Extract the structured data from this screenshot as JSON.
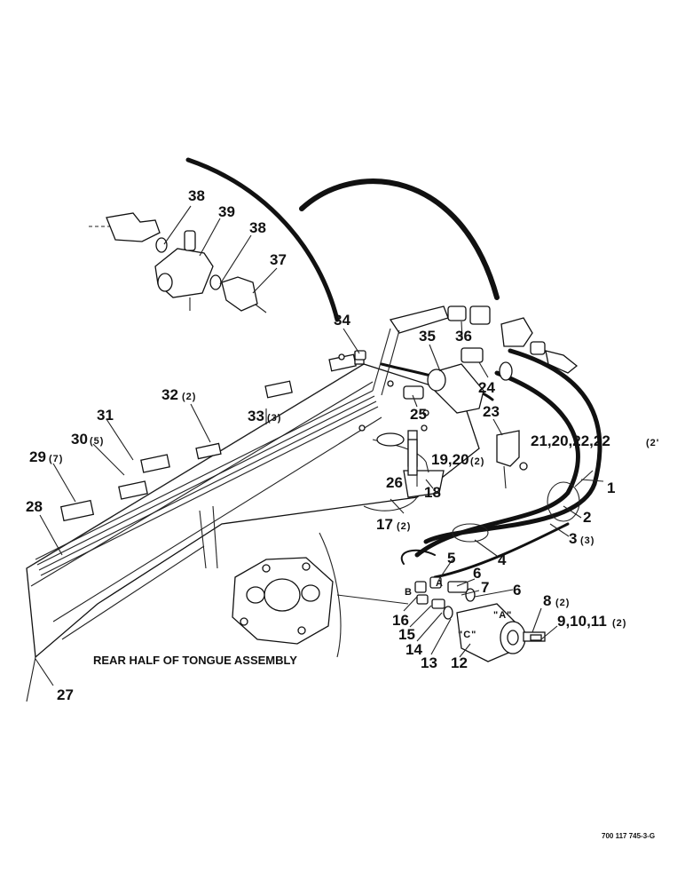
{
  "diagram": {
    "caption": "REAR HALF OF TONGUE ASSEMBLY",
    "part_number": "700 117 745-3-G",
    "callouts": {
      "c38a": "38",
      "c39": "39",
      "c38b": "38",
      "c37": "37",
      "c34": "34",
      "c35": "35",
      "c36": "36",
      "c24": "24",
      "c25": "25",
      "c23": "23",
      "c32": "32",
      "c32q": "(2)",
      "c33": "33",
      "c33q": "(3)",
      "c31": "31",
      "c30": "30",
      "c30q": "(5)",
      "c29": "29",
      "c29q": "(7)",
      "c28": "28",
      "c27": "27",
      "c21": "21,20,22,22",
      "c21q": "(2'",
      "c19": "19,20",
      "c19q": "(2)",
      "c26": "26",
      "c18": "18",
      "c17": "17",
      "c17q": "(2)",
      "c1": "1",
      "c2": "2",
      "c3": "3",
      "c3q": "(3)",
      "c4": "4",
      "c5": "5",
      "c6a": "6",
      "c7": "7",
      "c6b": "6",
      "c8": "8",
      "c8q": "(2)",
      "c9": "9,10,11",
      "c9q": "(2)",
      "c16": "16",
      "c15": "15",
      "c14": "14",
      "c13": "13",
      "c12": "12",
      "portA1": "A",
      "portB": "B",
      "portA2": "\"A\"",
      "portC": "\"C\""
    }
  }
}
